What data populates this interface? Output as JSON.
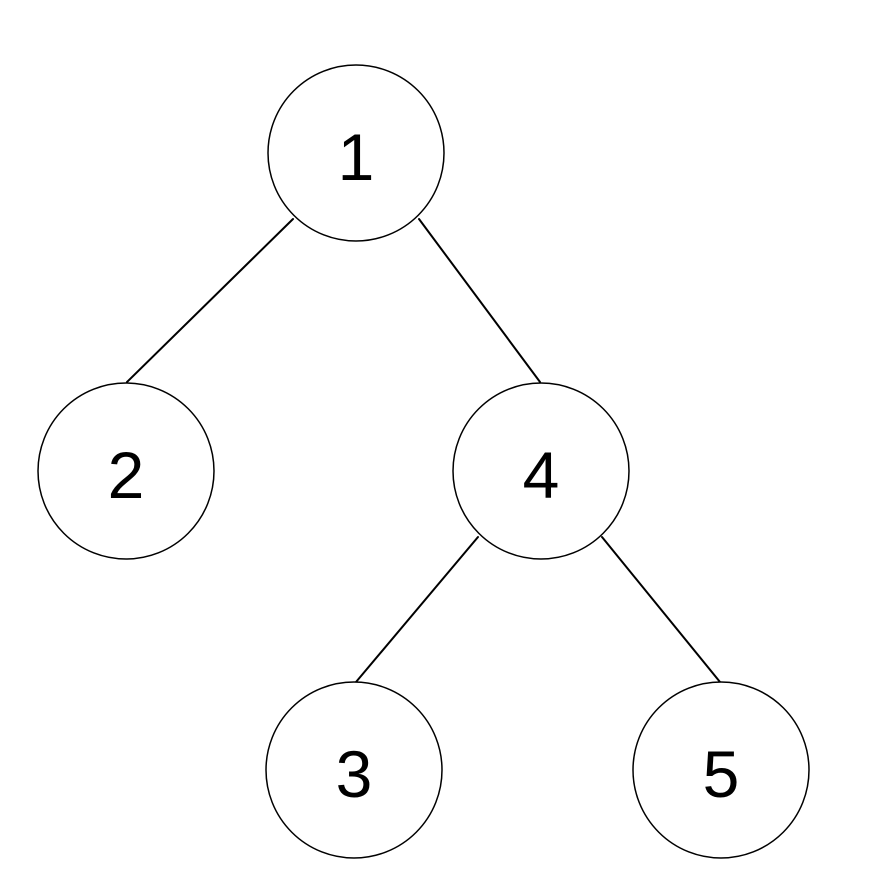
{
  "tree": {
    "nodes": [
      {
        "id": "n1",
        "label": "1"
      },
      {
        "id": "n2",
        "label": "2"
      },
      {
        "id": "n4",
        "label": "4"
      },
      {
        "id": "n3",
        "label": "3"
      },
      {
        "id": "n5",
        "label": "5"
      }
    ],
    "edges": [
      {
        "from": "n1",
        "to": "n2"
      },
      {
        "from": "n1",
        "to": "n4"
      },
      {
        "from": "n4",
        "to": "n3"
      },
      {
        "from": "n4",
        "to": "n5"
      }
    ]
  }
}
